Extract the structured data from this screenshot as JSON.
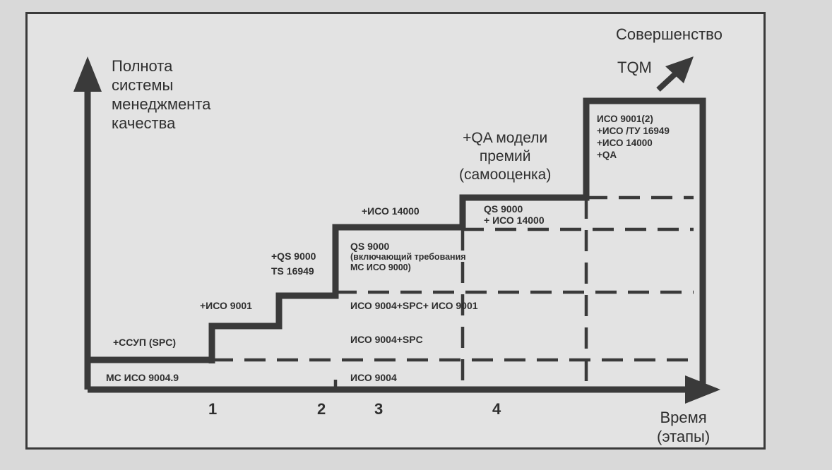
{
  "axes": {
    "y_label": [
      "Полнота",
      "системы",
      "менеджмента",
      "качества"
    ],
    "x_label": [
      "Время",
      "(этапы)"
    ],
    "top_right": [
      "Совершенство",
      "TQM"
    ]
  },
  "stages": [
    "1",
    "2",
    "3",
    "4"
  ],
  "step_labels": {
    "s1": "+ССУП (SPC)",
    "s2": "+ИСО  9001",
    "s3": [
      "+QS 9000",
      "TS 16949"
    ],
    "s4": "+ИСО  14000",
    "s5": [
      "+QA модели",
      "премий",
      "(самооценка)"
    ]
  },
  "cells": {
    "base": "МС ИСО 9004.9",
    "iso9004": "ИСО  9004",
    "iso9004_spc": "ИСО  9004+SPC",
    "iso9004_spc_9001": "ИСО  9004+SPC+  ИСО 9001",
    "qs9000": [
      "QS 9000",
      "(включающий  требования",
      "МС ИСО 9000)"
    ],
    "qs9000_14000": [
      "QS 9000",
      "+  ИСО 14000"
    ],
    "tqm_box": [
      "ИСО  9001(2)",
      "+ИСО /ТУ 16949",
      "+ИСО  14000",
      "+QA"
    ]
  }
}
